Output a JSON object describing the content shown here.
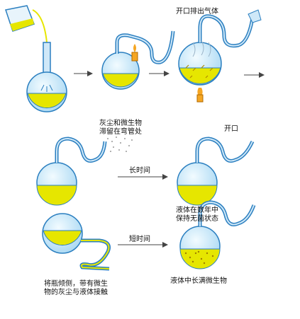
{
  "labels": {
    "open_vent": "开口排出气体",
    "dust_trapped_1": "灰尘和微生物",
    "dust_trapped_2": "滞留在弯管处",
    "open_mouth": "开口",
    "long_time": "长时间",
    "sterile_1": "液体在数年中",
    "sterile_2": "保持无菌状态",
    "short_time": "短时间",
    "tilt_1": "将瓶倾侧，带有微生",
    "tilt_2": "物的灰尘与液体接触",
    "full_microbes": "液体中长满微生物"
  },
  "colors": {
    "glass": "#2b7fc0",
    "glass_fill": "#cfe8f8",
    "liquid": "#e6e600",
    "flame": "#f5a623"
  }
}
